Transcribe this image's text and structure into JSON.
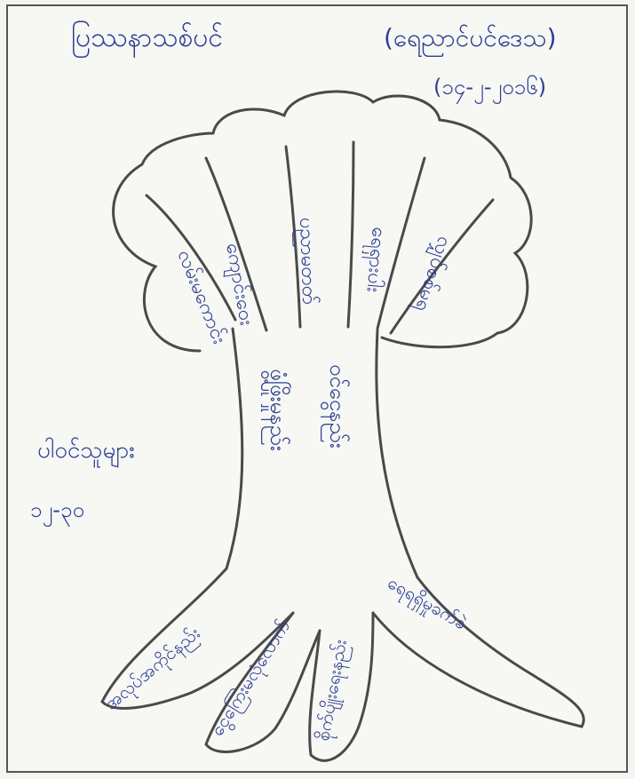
{
  "header": {
    "title": "ပြဿနာသစ်ပင်",
    "subtitle": "(ရေညာင်ပင်ဒေသ)",
    "date": "(၁၄-၂-၂၀၁၆)"
  },
  "side_note": {
    "group": "ပါဝင်သူများ",
    "count": "၁၂-၃၀"
  },
  "branches": [
    "လမ်းမကောင်း",
    "ကျောင်းဝေး",
    "ပညာမတတ်",
    "ရေရှားပါး",
    "လျှပ်စစ်မရ"
  ],
  "trunk": {
    "left": "ဖွံ့ဖြိုးမှုနည်း",
    "right": "ဝင်ငွေနည်း"
  },
  "roots": [
    "အလုပ်အကိုင်နည်း",
    "ငွေကြေးမလုံလောက်",
    "စိုက်ပျိုးရေးနည်း",
    "ရေရရှိမှုခက်ခဲ"
  ],
  "colors": {
    "ink": "#2b3f93",
    "pencil": "#4a4a4a",
    "paper": "#f4f4f1"
  }
}
